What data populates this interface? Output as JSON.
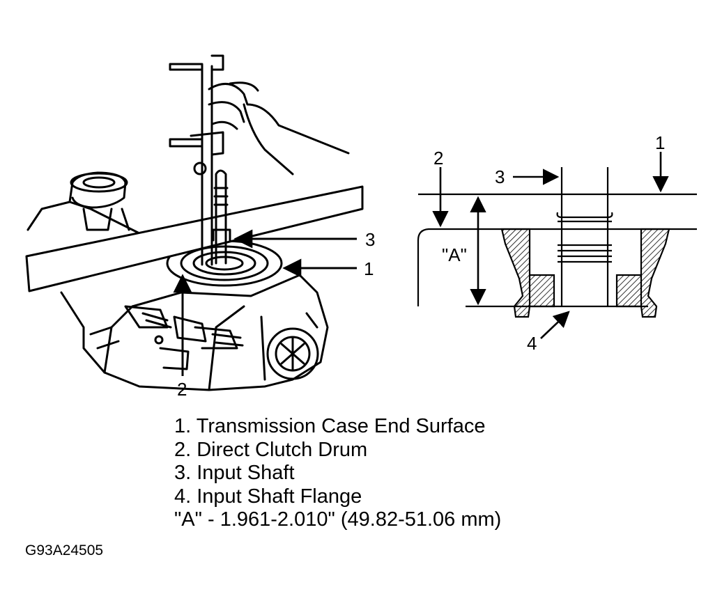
{
  "callouts": {
    "left": {
      "c1": "1",
      "c2": "2",
      "c3": "3"
    },
    "right": {
      "c1": "1",
      "c2": "2",
      "c3": "3",
      "c4": "4",
      "dim": "\"A\""
    }
  },
  "legend": [
    "1. Transmission Case End Surface",
    "2. Direct Clutch Drum",
    "3. Input Shaft",
    "4. Input Shaft Flange",
    "\"A\" - 1.961-2.010\" (49.82-51.06 mm)"
  ],
  "figure_code": "G93A24505"
}
